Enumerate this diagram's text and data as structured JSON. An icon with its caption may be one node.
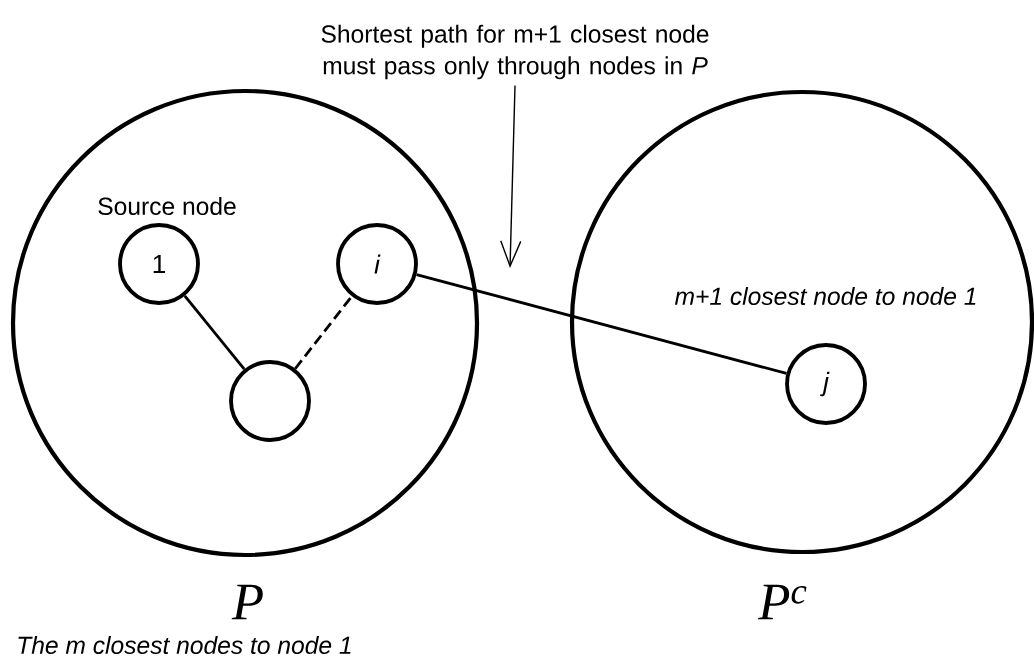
{
  "diagram": {
    "nodes": [
      {
        "text": [
          "P"
        ],
        "beside": [
          "The m closest nodes to node 1"
        ]
      },
      {
        "text": [
          "m+1 closest node to node 1",
          "P$^{c}$"
        ]
      },
      {
        "text": [
          "1"
        ],
        "in": 0,
        "beside": [
          "Source node"
        ]
      },
      {
        "text": [
          "i"
        ],
        "in": 0
      },
      {
        "text": [],
        "shape": "circle",
        "in": 0
      },
      {
        "text": [
          "j"
        ],
        "in": 1
      },
      {
        "text": [
          "Shortest path for m+1 closest node must pass only through nodes in *P*"
        ]
      }
    ],
    "edges": [
      {
        "from": 2,
        "to": 4,
        "arrow": "none"
      },
      {
        "from": 4,
        "to": 3,
        "arrow": "none",
        "style": "dashed"
      },
      {
        "from": 3,
        "to": 5,
        "arrow": "none"
      },
      {
        "from": 6,
        "to": null,
        "arrow": "to"
      }
    ]
  }
}
